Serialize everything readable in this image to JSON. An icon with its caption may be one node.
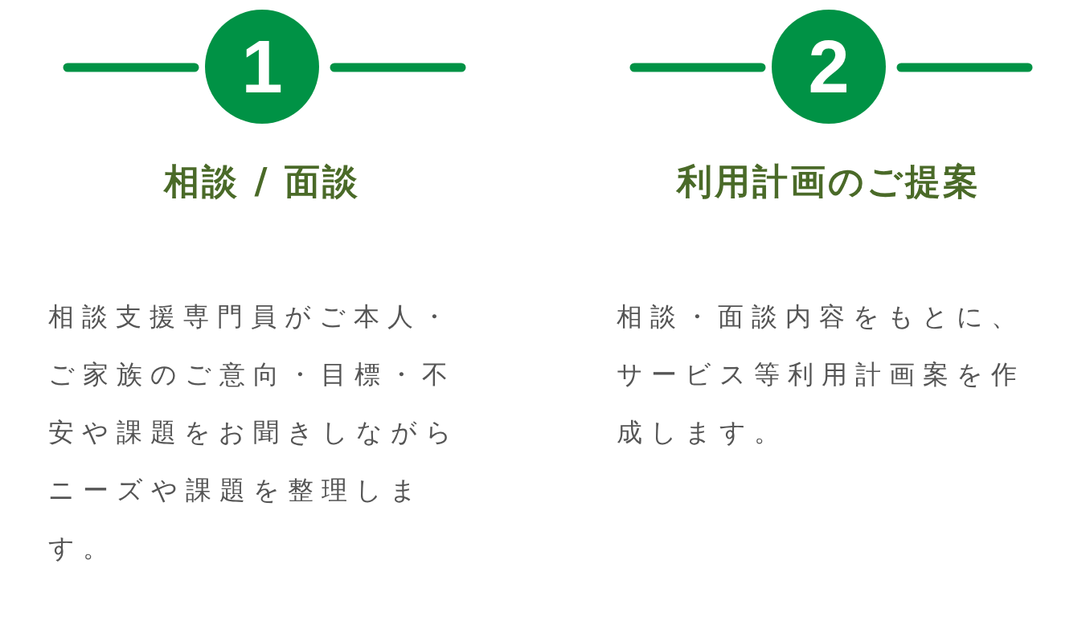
{
  "diagram": {
    "nodes": [
      {
        "text": [
          "1"
        ]
      },
      {
        "text": [
          "2"
        ]
      }
    ],
    "labels": [
      "相談 / 面談",
      "利用計画のご提案",
      "相談支援専門員がご本人・ご家族のご意向・目標・不安や課題をお聞きしながらニーズや課題を整理します。",
      "相談・面談内容をもとに、サービス等利用計画案を作成します。"
    ]
  }
}
